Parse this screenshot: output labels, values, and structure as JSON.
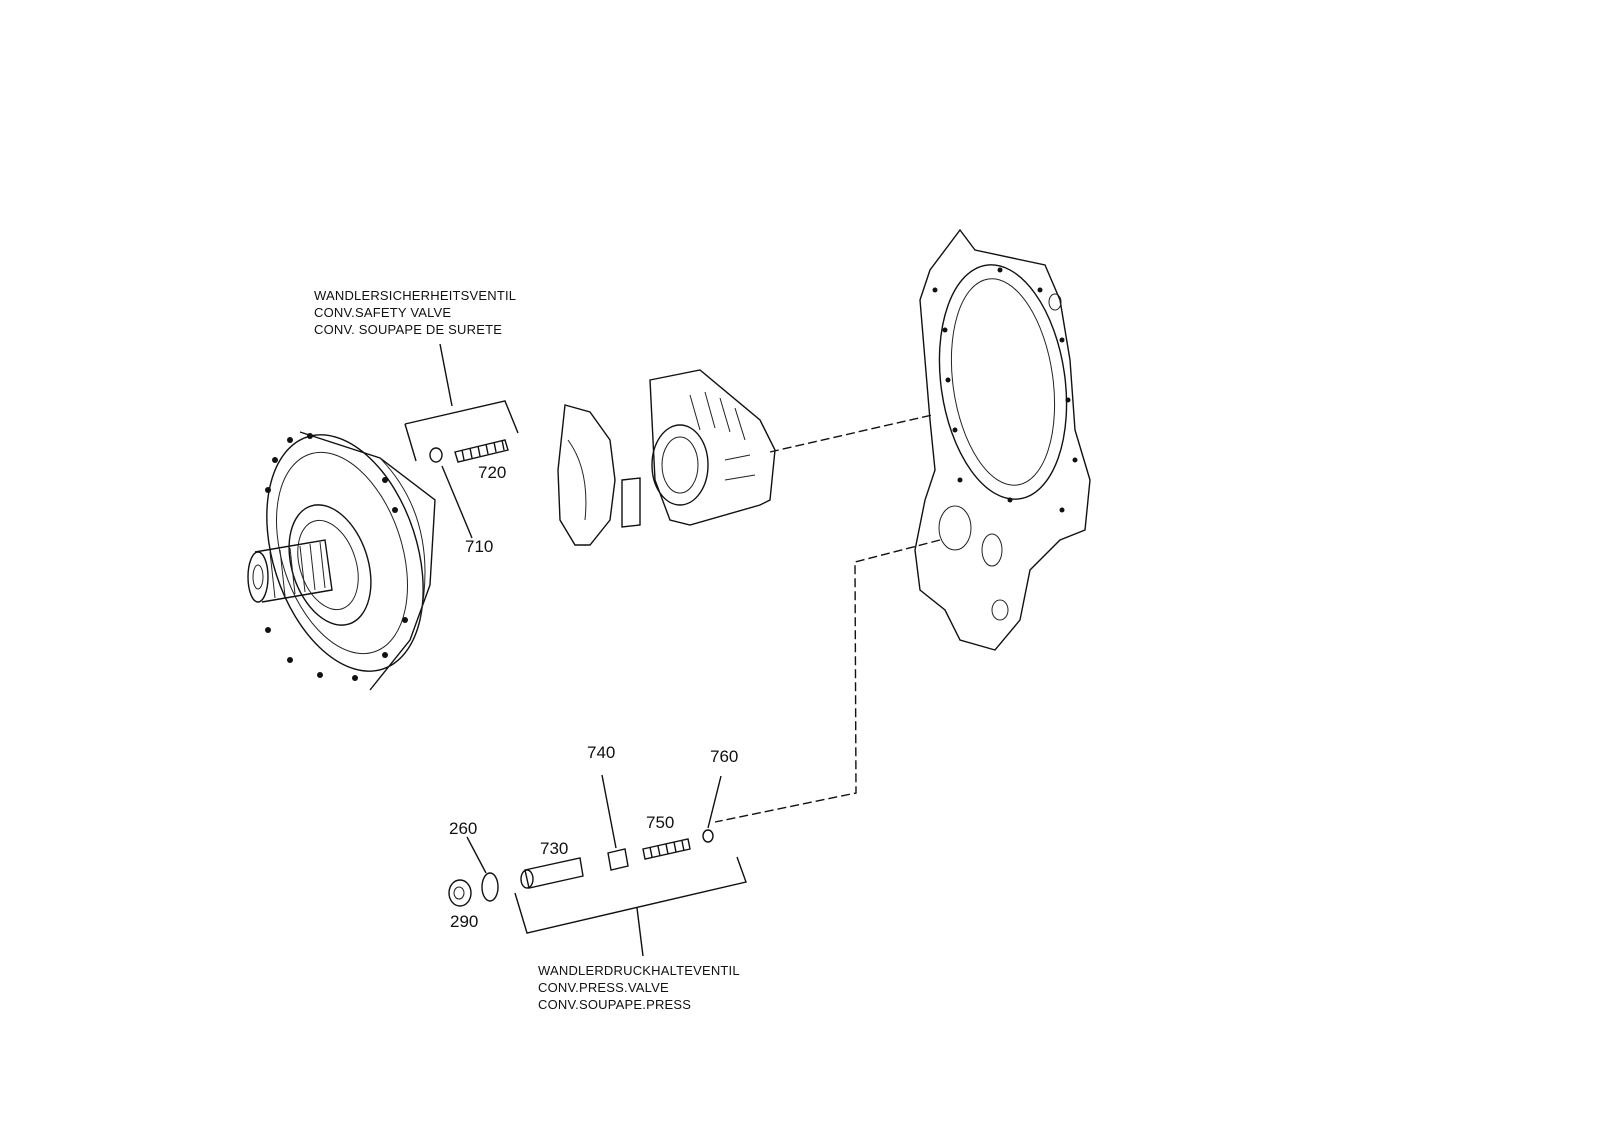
{
  "safety_valve_caption": {
    "line1": "WANDLERSICHERHEITSVENTIL",
    "line2": "CONV.SAFETY VALVE",
    "line3": "CONV. SOUPAPE DE SURETE"
  },
  "pressure_valve_caption": {
    "line1": "WANDLERDRUCKHALTEVENTIL",
    "line2": "CONV.PRESS.VALVE",
    "line3": "CONV.SOUPAPE.PRESS"
  },
  "part_numbers": {
    "p720": "720",
    "p710": "710",
    "p740": "740",
    "p760": "760",
    "p750": "750",
    "p260": "260",
    "p730": "730",
    "p290": "290"
  }
}
